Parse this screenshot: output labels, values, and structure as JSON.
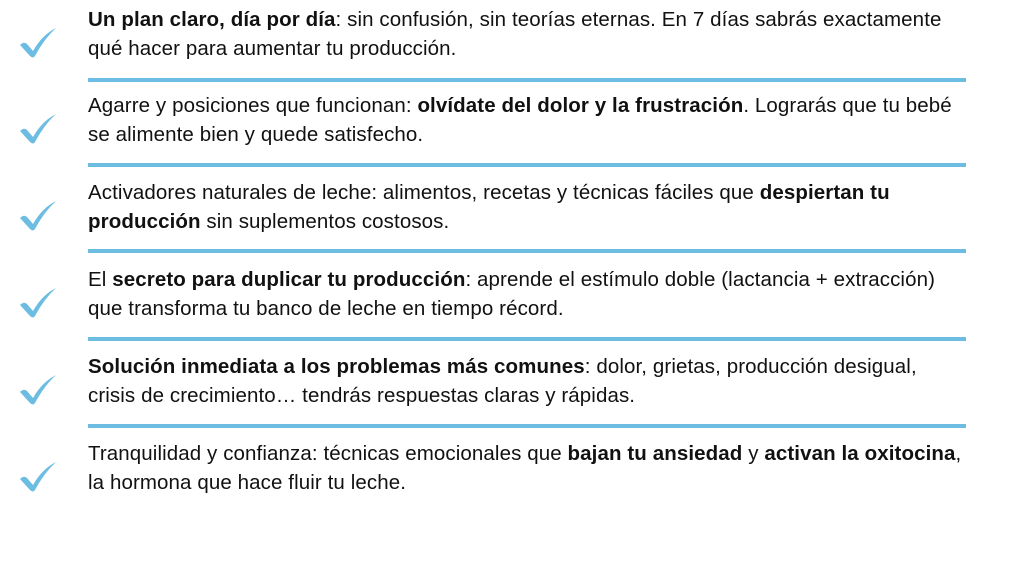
{
  "accent_color": "#6cbde1",
  "items": [
    {
      "icon": "check-icon",
      "parts": [
        {
          "t": "Un plan claro, día por día",
          "b": true
        },
        {
          "t": ": sin confusión, sin teorías eternas. En 7 días sabrás exactamente qué hacer para aumentar tu producción.",
          "b": false
        }
      ]
    },
    {
      "icon": "check-icon",
      "parts": [
        {
          "t": "Agarre y posiciones que funcionan: ",
          "b": false
        },
        {
          "t": "olvídate del dolor y la frustración",
          "b": true
        },
        {
          "t": ". Lograrás que tu bebé se alimente bien y quede satisfecho.",
          "b": false
        }
      ]
    },
    {
      "icon": "check-icon",
      "parts": [
        {
          "t": "Activadores naturales de leche: alimentos, recetas y técnicas fáciles que ",
          "b": false
        },
        {
          "t": "despiertan tu producción",
          "b": true
        },
        {
          "t": " sin suplementos costosos.",
          "b": false
        }
      ]
    },
    {
      "icon": "check-icon",
      "parts": [
        {
          "t": "El ",
          "b": false
        },
        {
          "t": "secreto para duplicar tu producción",
          "b": true
        },
        {
          "t": ": aprende el estímulo doble (lactancia + extracción) que transforma tu banco de leche en tiempo récord.",
          "b": false
        }
      ]
    },
    {
      "icon": "check-icon",
      "parts": [
        {
          "t": "Solución inmediata a los problemas más comunes",
          "b": true
        },
        {
          "t": ": dolor, grietas, producción desigual, crisis de crecimiento… tendrás respuestas claras y rápidas.",
          "b": false
        }
      ]
    },
    {
      "icon": "check-icon",
      "parts": [
        {
          "t": "Tranquilidad y confianza: técnicas emocionales que ",
          "b": false
        },
        {
          "t": "bajan tu ansiedad",
          "b": true
        },
        {
          "t": " y ",
          "b": false
        },
        {
          "t": "activan la oxitocina",
          "b": true
        },
        {
          "t": ", la hormona que hace fluir tu leche.",
          "b": false
        }
      ]
    }
  ]
}
